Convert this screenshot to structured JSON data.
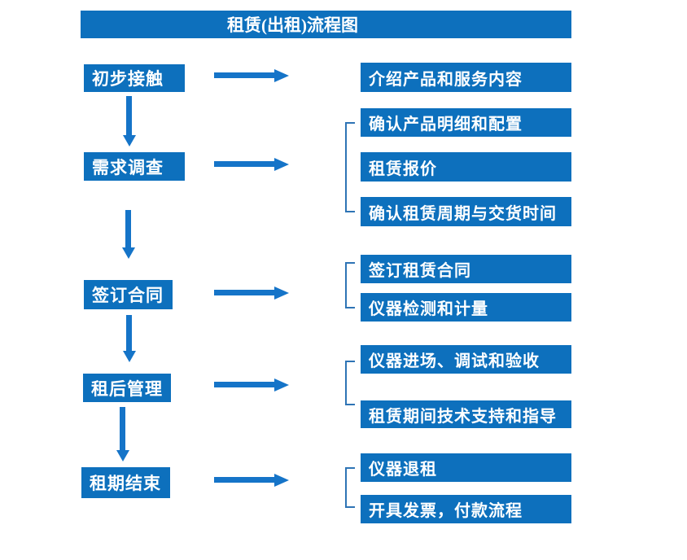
{
  "title": "租赁(出租)流程图",
  "colors": {
    "box_fill": "#0d70bd",
    "arrow_fill": "#1574c8",
    "bracket_stroke": "#2e74b5",
    "box_text": "#ffffff",
    "background": "#ffffff"
  },
  "stages": [
    {
      "label": "初步接触",
      "details": [
        "介绍产品和服务内容"
      ]
    },
    {
      "label": "需求调查",
      "details": [
        "确认产品明细和配置",
        "租赁报价",
        "确认租赁周期与交货时间"
      ]
    },
    {
      "label": "签订合同",
      "details": [
        "签订租赁合同",
        "仪器检测和计量"
      ]
    },
    {
      "label": "租后管理",
      "details": [
        "仪器进场、调试和验收",
        "租赁期间技术支持和指导"
      ]
    },
    {
      "label": "租期结束",
      "details": [
        "仪器退租",
        "开具发票，付款流程"
      ]
    }
  ]
}
